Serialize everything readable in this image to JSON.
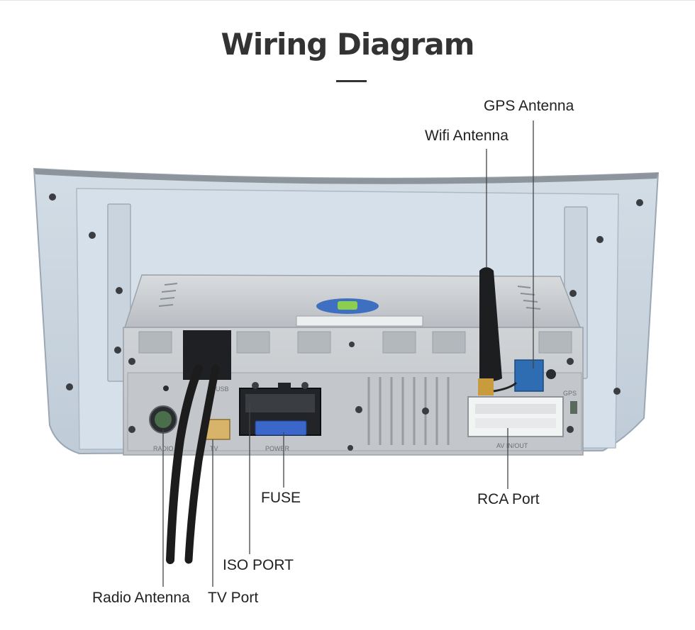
{
  "title": "Wiring Diagram",
  "device": {
    "port_markings": {
      "radio": "RADIO",
      "tv": "TV",
      "usb": "USB",
      "power": "POWER",
      "av": "AV IN/OUT",
      "gps": "GPS"
    }
  },
  "callouts": {
    "gps_antenna": "GPS Antenna",
    "wifi_antenna": "Wifi Antenna",
    "fuse": "FUSE",
    "rca_port": "RCA Port",
    "iso_port": "ISO PORT",
    "radio_antenna": "Radio Antenna",
    "tv_port": "TV Port"
  },
  "colors": {
    "title": "#333333",
    "frame": "#c3d0dc",
    "chassis": "#c7cbcf",
    "gps_connector": "#2f6db3",
    "fuse": "#3a67c9",
    "tv_connector": "#d8b46a",
    "cable": "#1c1c1c",
    "leader_line": "#444444"
  }
}
